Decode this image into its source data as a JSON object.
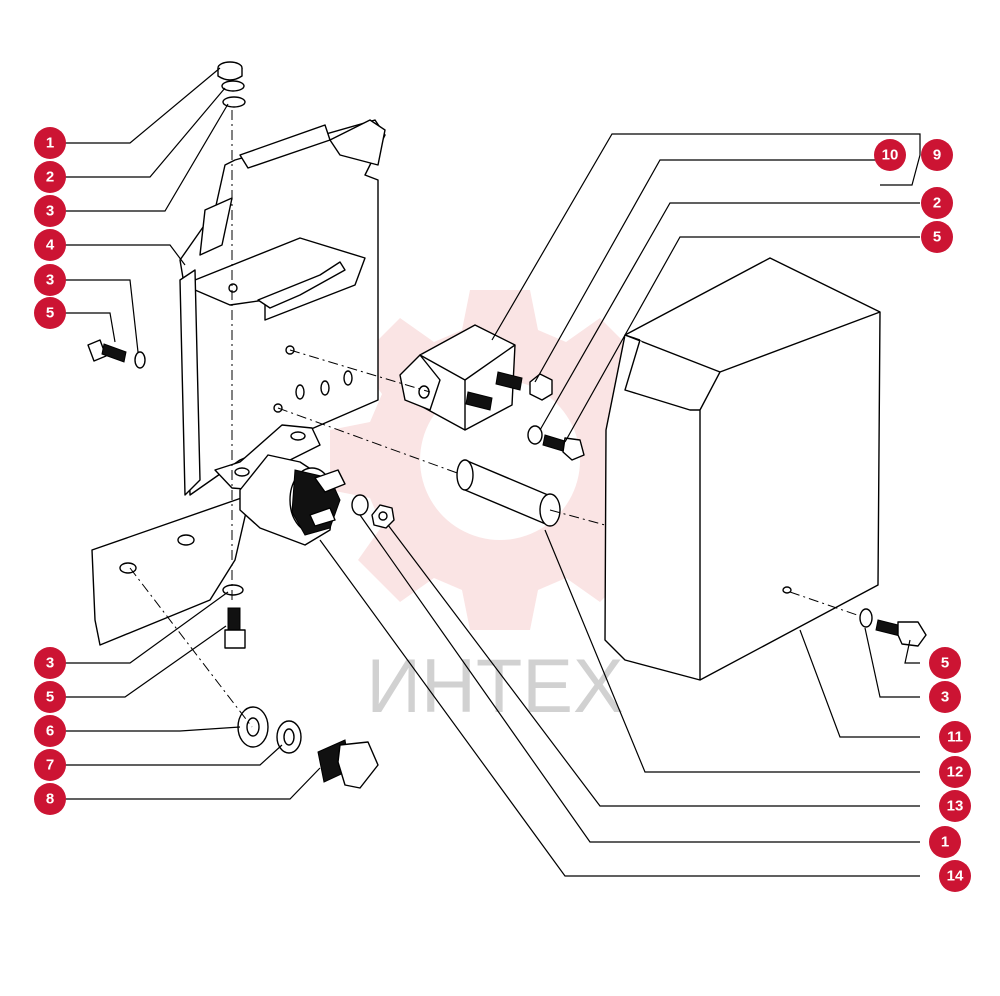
{
  "watermark": {
    "text": "ИНТЕХ",
    "color": "#f0b3b3"
  },
  "colors": {
    "badge": "#cc1433",
    "line": "#000000"
  },
  "callouts": [
    {
      "id": "c1a",
      "label": "1"
    },
    {
      "id": "c2a",
      "label": "2"
    },
    {
      "id": "c3a",
      "label": "3"
    },
    {
      "id": "c4",
      "label": "4"
    },
    {
      "id": "c3b",
      "label": "3"
    },
    {
      "id": "c5a",
      "label": "5"
    },
    {
      "id": "c3c",
      "label": "3"
    },
    {
      "id": "c5b",
      "label": "5"
    },
    {
      "id": "c6",
      "label": "6"
    },
    {
      "id": "c7",
      "label": "7"
    },
    {
      "id": "c8",
      "label": "8"
    },
    {
      "id": "c10",
      "label": "10"
    },
    {
      "id": "c9",
      "label": "9"
    },
    {
      "id": "c2b",
      "label": "2"
    },
    {
      "id": "c5c",
      "label": "5"
    },
    {
      "id": "c5d",
      "label": "5"
    },
    {
      "id": "c3d",
      "label": "3"
    },
    {
      "id": "c11",
      "label": "11"
    },
    {
      "id": "c12",
      "label": "12"
    },
    {
      "id": "c13",
      "label": "13"
    },
    {
      "id": "c1b",
      "label": "1"
    },
    {
      "id": "c14",
      "label": "14"
    }
  ]
}
